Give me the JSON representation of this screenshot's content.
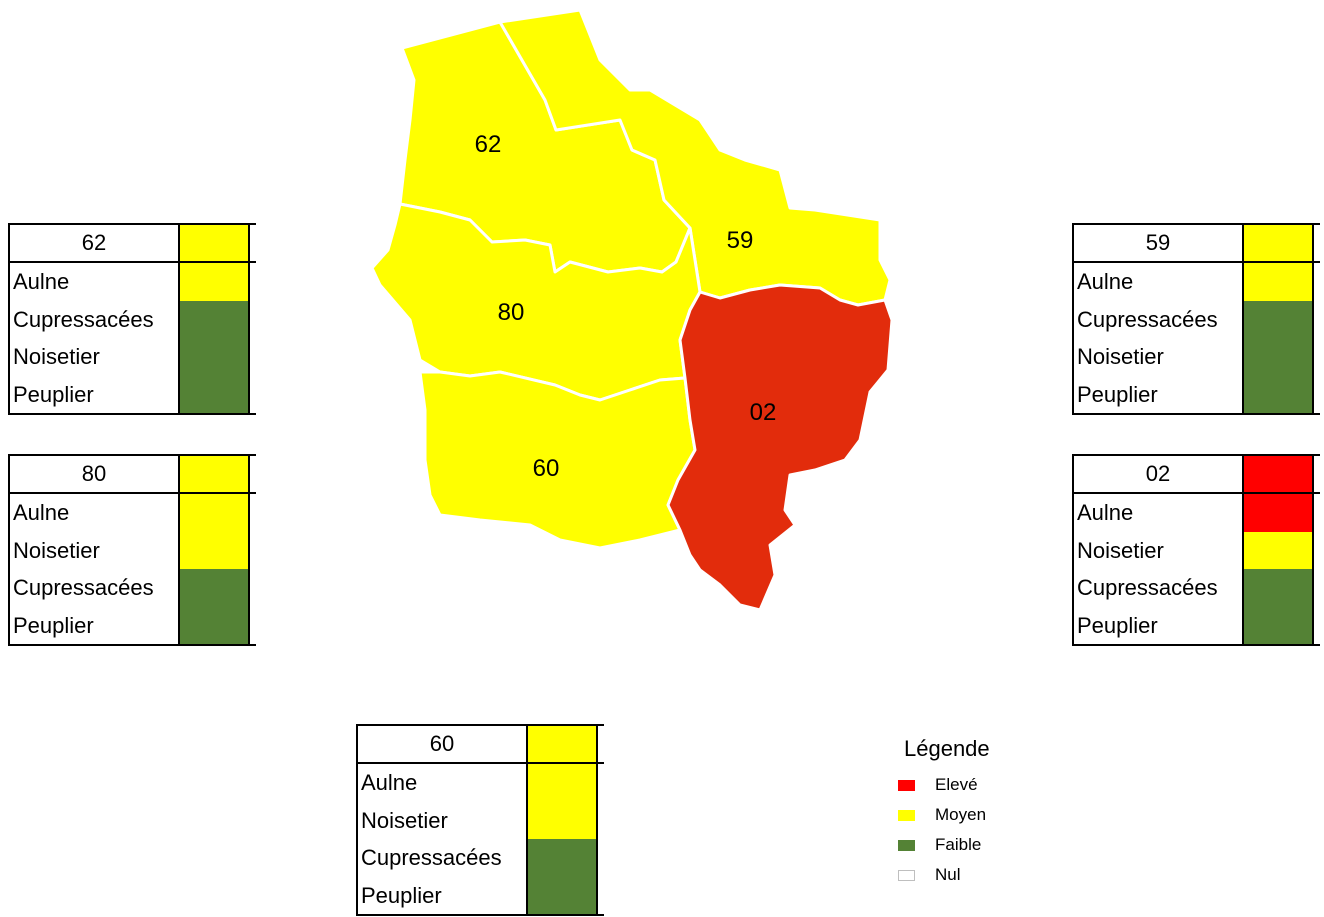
{
  "colors": {
    "eleve": "#ff0000",
    "moyen": "#ffff00",
    "faible": "#548235",
    "nul": "#ffffff",
    "map_red": "#e22c0c",
    "map_yellow": "#ffff00"
  },
  "map": {
    "departments": [
      {
        "code": "62",
        "level": "Moyen"
      },
      {
        "code": "59",
        "level": "Moyen"
      },
      {
        "code": "80",
        "level": "Moyen"
      },
      {
        "code": "60",
        "level": "Moyen"
      },
      {
        "code": "02",
        "level": "Elevé"
      }
    ]
  },
  "tables": {
    "t62": {
      "code": "62",
      "overall": "Moyen",
      "rows": [
        {
          "name": "Aulne",
          "level": "Moyen"
        },
        {
          "name": "Cupressacées",
          "level": "Faible"
        },
        {
          "name": "Noisetier",
          "level": "Faible"
        },
        {
          "name": "Peuplier",
          "level": "Faible"
        }
      ]
    },
    "t80": {
      "code": "80",
      "overall": "Moyen",
      "rows": [
        {
          "name": "Aulne",
          "level": "Moyen"
        },
        {
          "name": "Noisetier",
          "level": "Moyen"
        },
        {
          "name": "Cupressacées",
          "level": "Faible"
        },
        {
          "name": "Peuplier",
          "level": "Faible"
        }
      ]
    },
    "t59": {
      "code": "59",
      "overall": "Moyen",
      "rows": [
        {
          "name": "Aulne",
          "level": "Moyen"
        },
        {
          "name": "Cupressacées",
          "level": "Faible"
        },
        {
          "name": "Noisetier",
          "level": "Faible"
        },
        {
          "name": "Peuplier",
          "level": "Faible"
        }
      ]
    },
    "t02": {
      "code": "02",
      "overall": "Elevé",
      "rows": [
        {
          "name": "Aulne",
          "level": "Elevé"
        },
        {
          "name": "Noisetier",
          "level": "Moyen"
        },
        {
          "name": "Cupressacées",
          "level": "Faible"
        },
        {
          "name": "Peuplier",
          "level": "Faible"
        }
      ]
    },
    "t60": {
      "code": "60",
      "overall": "Moyen",
      "rows": [
        {
          "name": "Aulne",
          "level": "Moyen"
        },
        {
          "name": "Noisetier",
          "level": "Moyen"
        },
        {
          "name": "Cupressacées",
          "level": "Faible"
        },
        {
          "name": "Peuplier",
          "level": "Faible"
        }
      ]
    }
  },
  "legend": {
    "title": "Légende",
    "items": [
      {
        "label": "Elevé",
        "color": "#ff0000"
      },
      {
        "label": "Moyen",
        "color": "#ffff00"
      },
      {
        "label": "Faible",
        "color": "#548235"
      },
      {
        "label": "Nul",
        "color": "#ffffff"
      }
    ]
  }
}
